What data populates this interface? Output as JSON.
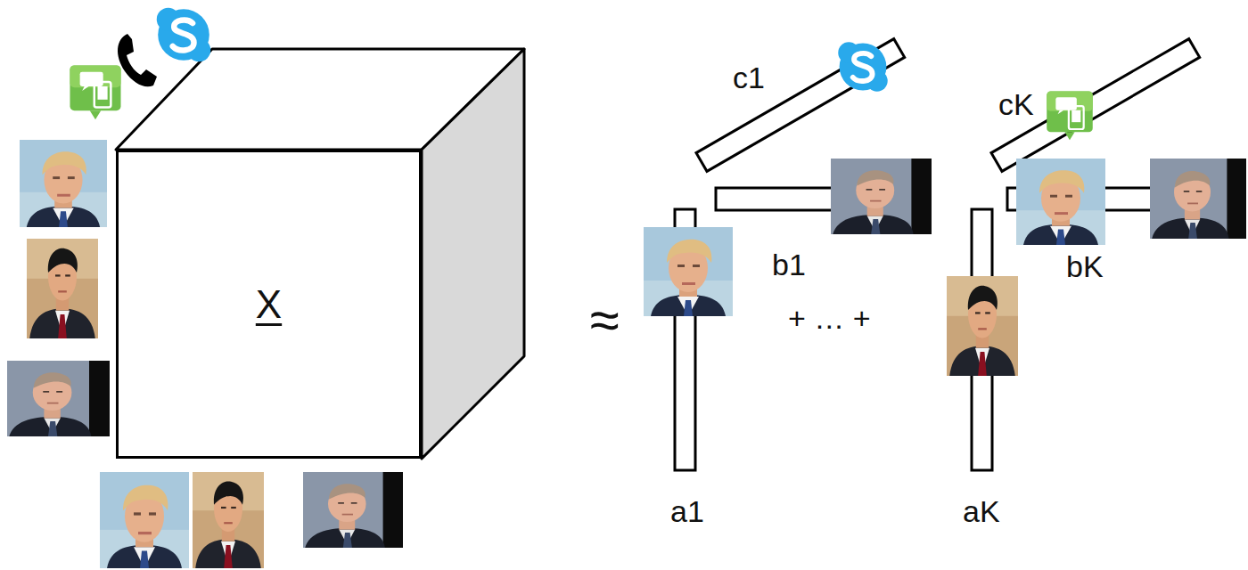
{
  "diagram": {
    "nodes": [
      {
        "text": [
          "X"
        ]
      }
    ],
    "labels": [
      "≈",
      "c1",
      "b1",
      "a1",
      "+ … +",
      "cK",
      "bK",
      "aK"
    ]
  }
}
